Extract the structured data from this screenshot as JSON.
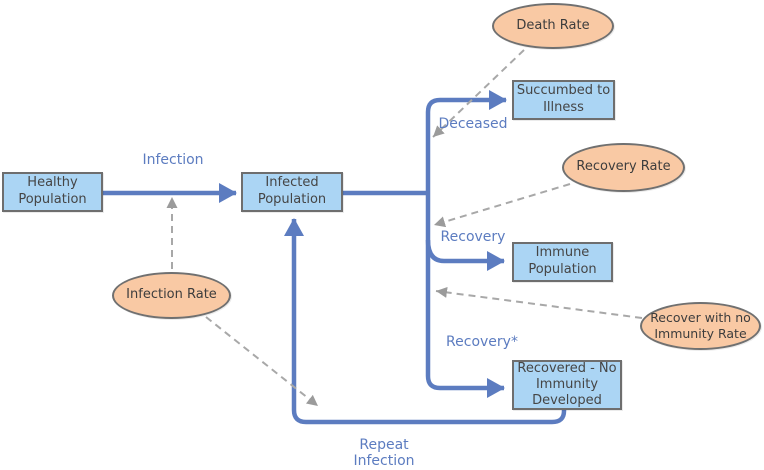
{
  "diagram": {
    "nodes": {
      "healthy": {
        "label": "Healthy\nPopulation"
      },
      "infected": {
        "label": "Infected\nPopulation"
      },
      "succumbed": {
        "label": "Succumbed to\nIllness"
      },
      "immune": {
        "label": "Immune\nPopulation"
      },
      "recovered": {
        "label": "Recovered - No\nImmunity\nDeveloped"
      }
    },
    "rates": {
      "death": {
        "label": "Death Rate"
      },
      "recovery": {
        "label": "Recovery Rate"
      },
      "recover_no_immunity": {
        "label": "Recover with no\nImmunity Rate"
      },
      "infection": {
        "label": "Infection Rate"
      }
    },
    "edge_labels": {
      "infection": "Infection",
      "deceased": "Deceased",
      "recovery": "Recovery",
      "recovery_star": "Recovery*",
      "repeat_infection": "Repeat\nInfection"
    },
    "edges": [
      {
        "from": "Healthy Population",
        "to": "Infected Population",
        "label": "Infection",
        "style": "solid"
      },
      {
        "from": "Infected Population",
        "to": "Succumbed to Illness",
        "label": "Deceased",
        "style": "solid"
      },
      {
        "from": "Infected Population",
        "to": "Immune Population",
        "label": "Recovery",
        "style": "solid"
      },
      {
        "from": "Infected Population",
        "to": "Recovered - No Immunity Developed",
        "label": "Recovery*",
        "style": "solid"
      },
      {
        "from": "Recovered - No Immunity Developed",
        "to": "Infected Population",
        "label": "Repeat Infection",
        "style": "solid"
      },
      {
        "from": "Death Rate",
        "to": "Deceased flow",
        "style": "dashed"
      },
      {
        "from": "Recovery Rate",
        "to": "Recovery flow",
        "style": "dashed"
      },
      {
        "from": "Recover with no Immunity Rate",
        "to": "Recovery* flow",
        "style": "dashed"
      },
      {
        "from": "Infection Rate",
        "to": "Infection flow",
        "style": "dashed"
      },
      {
        "from": "Infection Rate",
        "to": "Repeat Infection flow",
        "style": "dashed"
      }
    ],
    "colors": {
      "node_fill": "#ABD5F4",
      "node_border": "#6E6E6E",
      "rate_fill": "#F9C9A4",
      "rate_border": "#707070",
      "flow_blue": "#5C7CC0",
      "dashed_gray": "#A8A8A8",
      "node_text": "#454545",
      "edge_label_text": "#5C7CC0"
    }
  }
}
